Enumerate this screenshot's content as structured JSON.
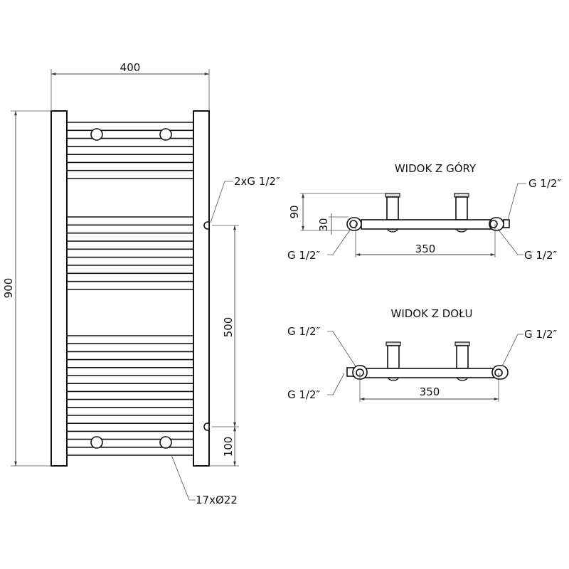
{
  "front_view": {
    "width_dim": "400",
    "height_dim": "900",
    "connection_spacing_dim": "500",
    "bottom_offset_dim": "100",
    "connection_label": "2xG 1/2″",
    "tubes_label": "17xØ22"
  },
  "top_view": {
    "title": "WIDOK Z GÓRY",
    "depth_dim": "90",
    "offset_dim": "30",
    "spacing_dim": "350",
    "label_top_right": "G 1/2″",
    "label_bottom_left": "G 1/2″",
    "label_bottom_right": "G 1/2″"
  },
  "bottom_view": {
    "title": "WIDOK Z DOŁU",
    "spacing_dim": "350",
    "label_top_left": "G 1/2″",
    "label_top_right": "G 1/2″",
    "label_bottom_left": "G 1/2″"
  }
}
